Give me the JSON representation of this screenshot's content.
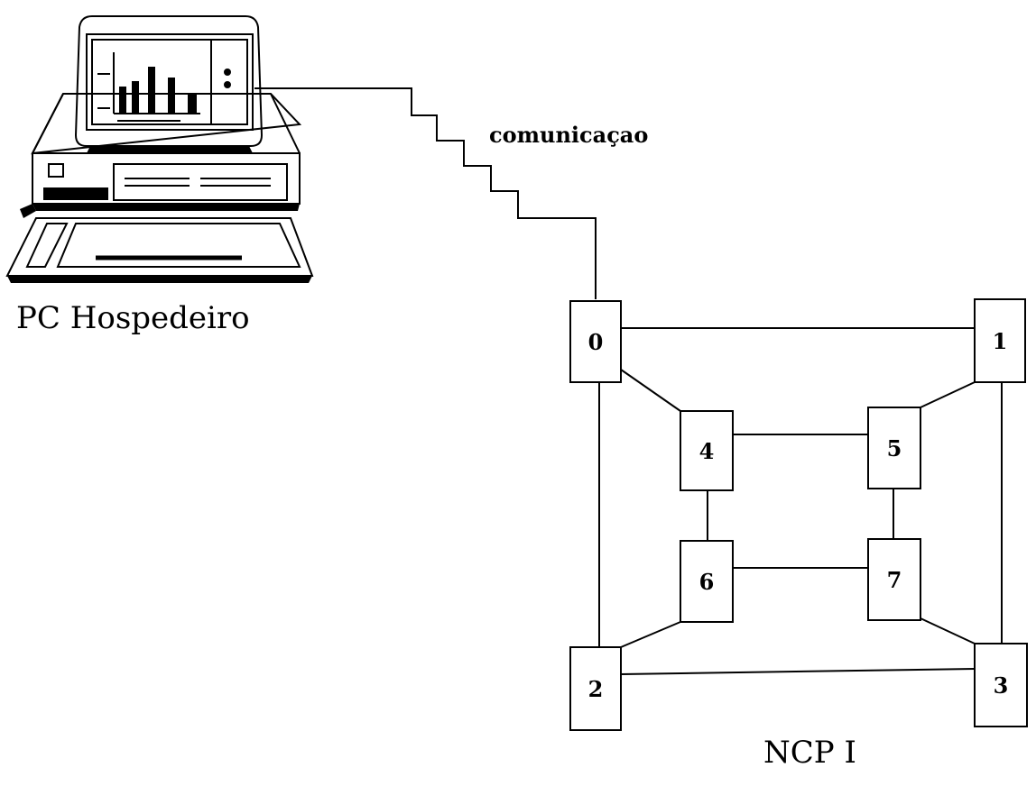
{
  "host": {
    "label": "PC Hospedeiro"
  },
  "link": {
    "label": "comunicaçao"
  },
  "network": {
    "label": "NCP I",
    "nodes": [
      {
        "id": "0",
        "label": "0"
      },
      {
        "id": "1",
        "label": "1"
      },
      {
        "id": "2",
        "label": "2"
      },
      {
        "id": "3",
        "label": "3"
      },
      {
        "id": "4",
        "label": "4"
      },
      {
        "id": "5",
        "label": "5"
      },
      {
        "id": "6",
        "label": "6"
      },
      {
        "id": "7",
        "label": "7"
      }
    ],
    "edges": [
      [
        "0",
        "1"
      ],
      [
        "0",
        "2"
      ],
      [
        "0",
        "4"
      ],
      [
        "1",
        "3"
      ],
      [
        "1",
        "5"
      ],
      [
        "2",
        "3"
      ],
      [
        "2",
        "6"
      ],
      [
        "3",
        "7"
      ],
      [
        "4",
        "5"
      ],
      [
        "4",
        "6"
      ],
      [
        "5",
        "7"
      ],
      [
        "6",
        "7"
      ]
    ]
  }
}
